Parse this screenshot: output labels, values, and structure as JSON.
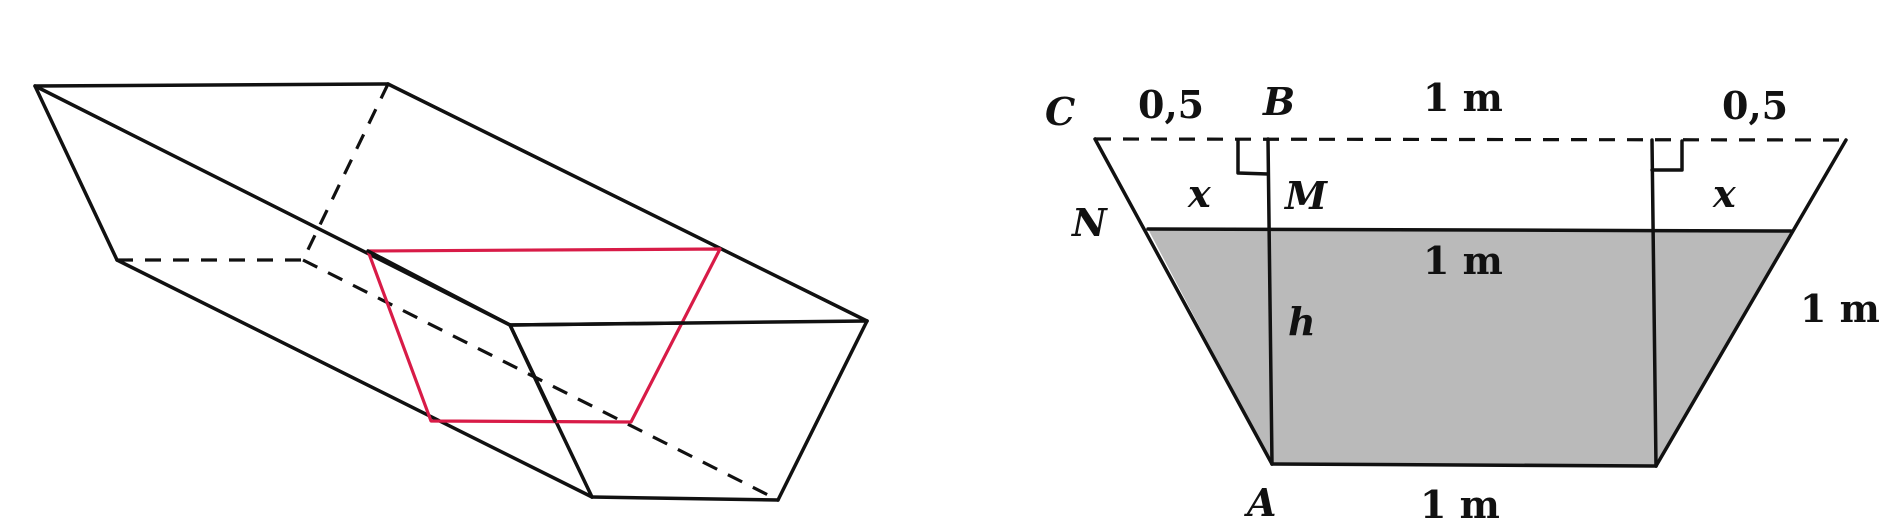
{
  "figure": {
    "colors": {
      "line": "#111111",
      "section": "#d81b47",
      "water": "#bababa",
      "background": "#ffffff"
    },
    "labels": {
      "C": "C",
      "B": "B",
      "N": "N",
      "M": "M",
      "A": "A",
      "x_left": "x",
      "x_right": "x",
      "h": "h",
      "top_left_len": "0,5",
      "top_mid_len": "1 m",
      "top_right_len": "0,5",
      "water_len": "1 m",
      "right_side_len": "1 m",
      "bottom_len": "1 m"
    }
  }
}
